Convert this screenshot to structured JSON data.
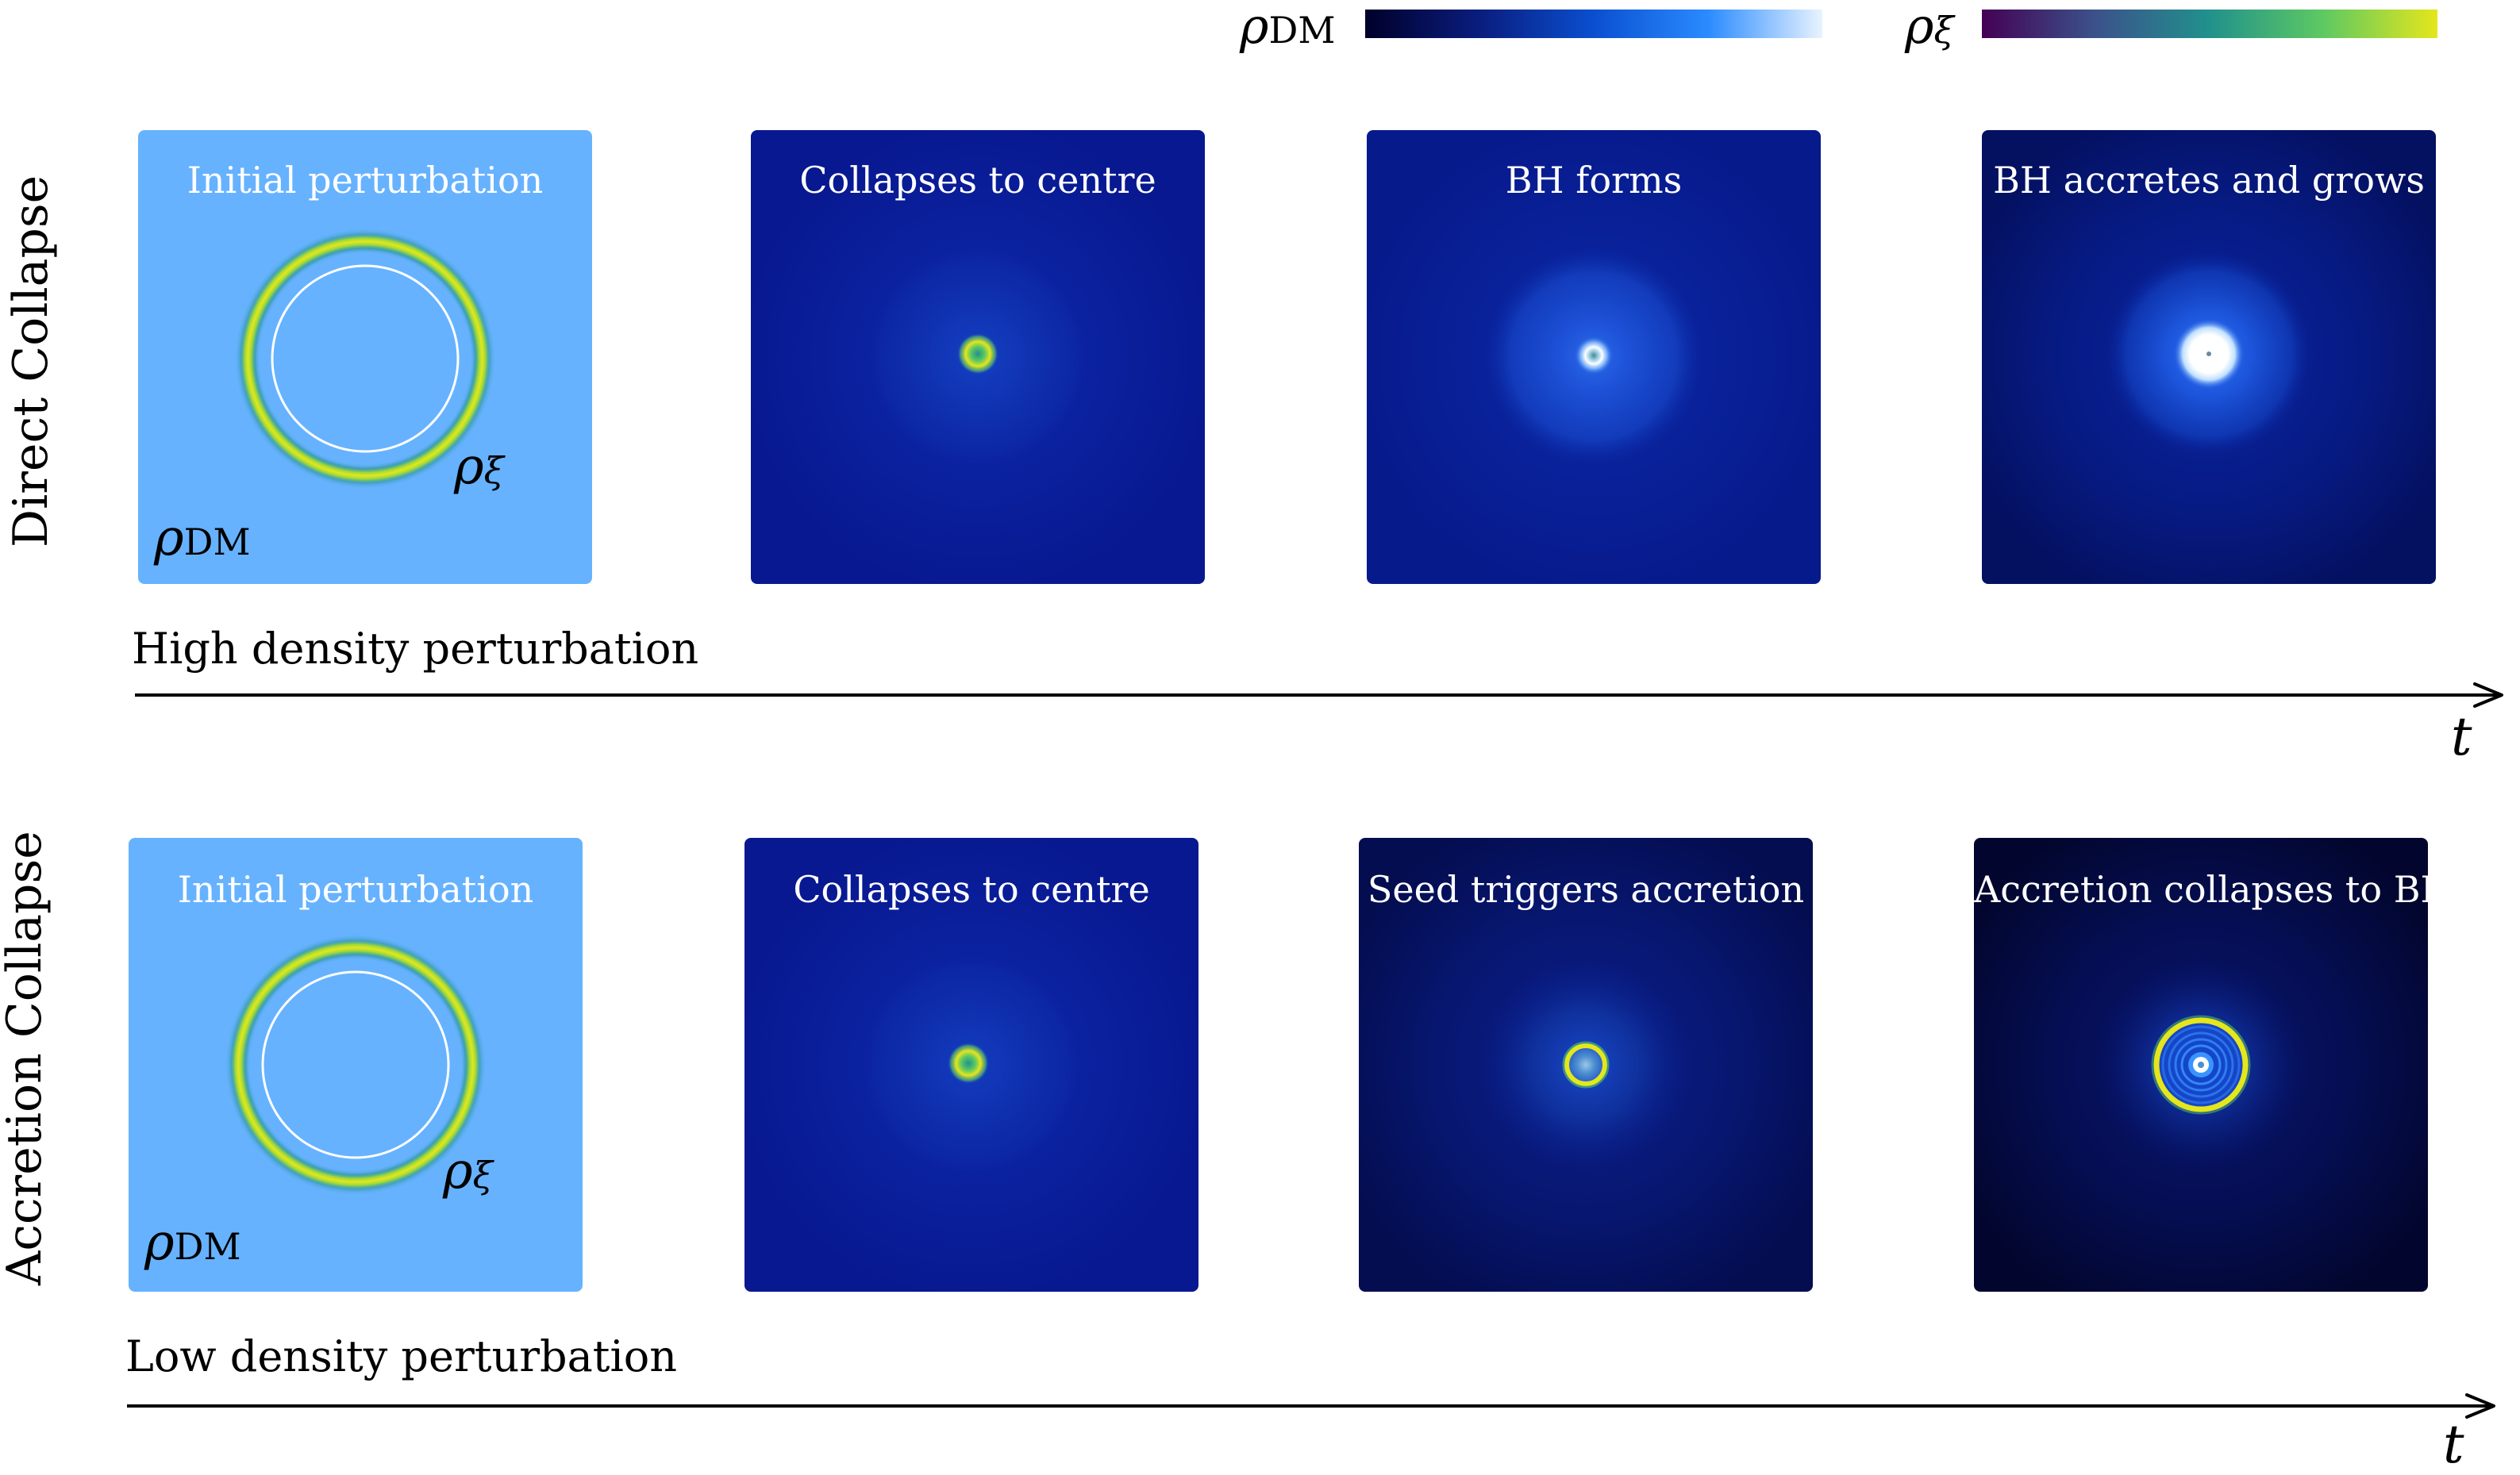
{
  "colorbars": {
    "dm": {
      "symbol": "ρ",
      "subscript": "DM",
      "stops": [
        "#00002a",
        "#0a1d7e",
        "#0a4fd0",
        "#2a8bff",
        "#e8f3ff"
      ]
    },
    "xi": {
      "symbol": "ρ",
      "subscript": "ξ",
      "stops": [
        "#440154",
        "#3b528b",
        "#21918c",
        "#5ec962",
        "#e5e61c"
      ]
    }
  },
  "rows": [
    {
      "label": "Direct Collapse",
      "axis_label": "High density perturbation",
      "time_label": "t",
      "panels": [
        {
          "title": "Initial perturbation",
          "kind": "initial",
          "annot_xi_symbol": "ρ",
          "annot_xi_sub": "ξ",
          "annot_dm_symbol": "ρ",
          "annot_dm_sub": "DM"
        },
        {
          "title": "Collapses to centre",
          "kind": "collapse"
        },
        {
          "title": "BH forms",
          "kind": "bh"
        },
        {
          "title": "BH accretes and grows",
          "kind": "grow"
        }
      ]
    },
    {
      "label": "Accretion Collapse",
      "axis_label": "Low density perturbation",
      "time_label": "t",
      "panels": [
        {
          "title": "Initial perturbation",
          "kind": "initial",
          "annot_xi_symbol": "ρ",
          "annot_xi_sub": "ξ",
          "annot_dm_symbol": "ρ",
          "annot_dm_sub": "DM"
        },
        {
          "title": "Collapses to centre",
          "kind": "collapse"
        },
        {
          "title": "Seed triggers accretion",
          "kind": "seed"
        },
        {
          "title": "Accretion collapses to BH",
          "kind": "accretion"
        }
      ]
    }
  ]
}
